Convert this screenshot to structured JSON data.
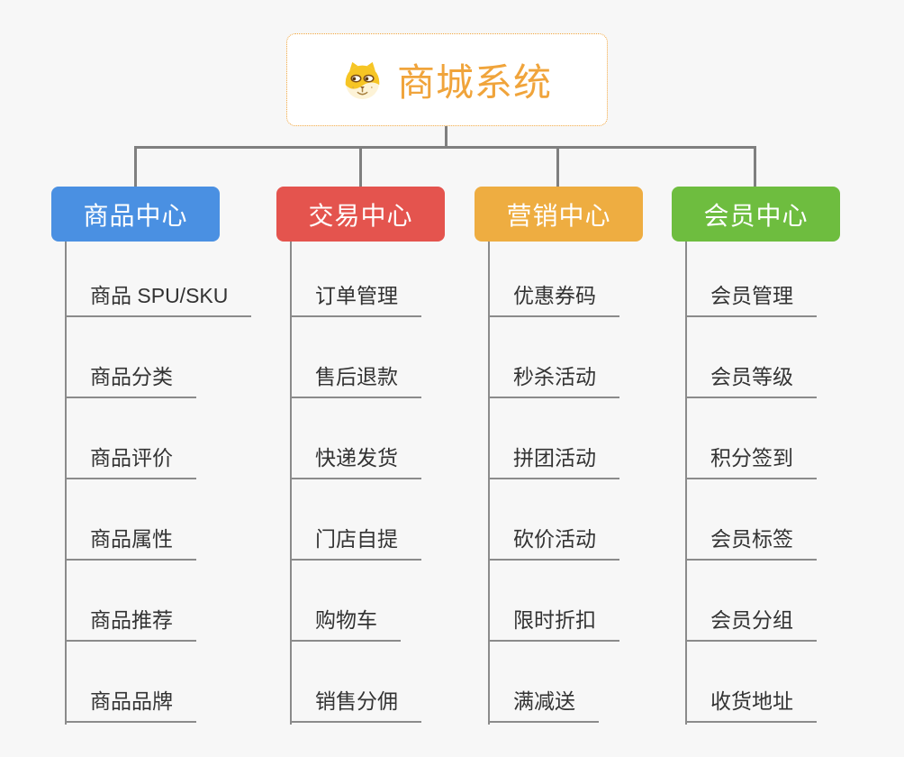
{
  "canvas": {
    "background": "#f7f7f7"
  },
  "root": {
    "title": "商城系统",
    "icon": "dog-face-icon",
    "accent_color": "#f0a43b",
    "box_background": "#ffffff"
  },
  "lines": {
    "connector_color": "#7f7f7f",
    "spine_color": "#8b8b8b",
    "underline_color": "#8b8b8b",
    "item_text_color": "#333333"
  },
  "branches": [
    {
      "label": "商品中心",
      "color": "#4a90e2",
      "items": [
        "商品 SPU/SKU",
        "商品分类",
        "商品评价",
        "商品属性",
        "商品推荐",
        "商品品牌"
      ]
    },
    {
      "label": "交易中心",
      "color": "#e4544e",
      "items": [
        "订单管理",
        "售后退款",
        "快递发货",
        "门店自提",
        "购物车",
        "销售分佣"
      ]
    },
    {
      "label": "营销中心",
      "color": "#eead41",
      "items": [
        "优惠券码",
        "秒杀活动",
        "拼团活动",
        "砍价活动",
        "限时折扣",
        "满减送"
      ]
    },
    {
      "label": "会员中心",
      "color": "#6ebd3f",
      "items": [
        "会员管理",
        "会员等级",
        "积分签到",
        "会员标签",
        "会员分组",
        "收货地址"
      ]
    }
  ]
}
